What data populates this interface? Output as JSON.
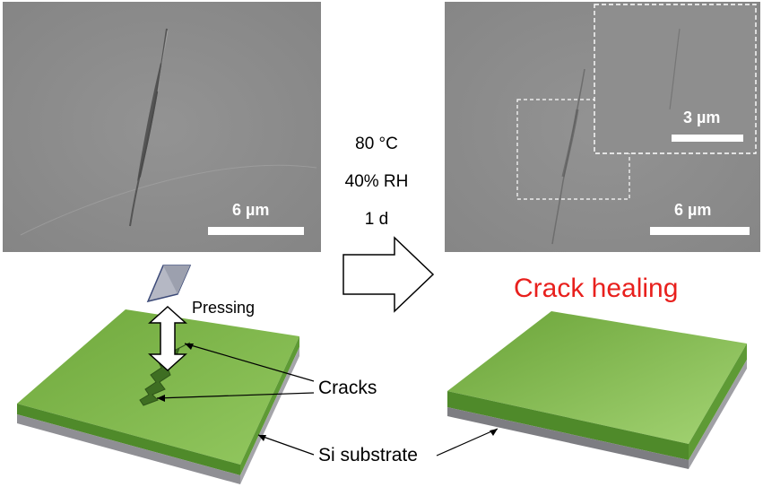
{
  "before_image": {
    "scale_label": "6 µm"
  },
  "after_image": {
    "scale_label": "6 µm",
    "inset_scale_label": "3 µm"
  },
  "conditions": {
    "temperature": "80 °C",
    "humidity": "40% RH",
    "duration": "1 d"
  },
  "labels": {
    "pressing": "Pressing",
    "cracks": "Cracks",
    "substrate": "Si substrate",
    "healing": "Crack healing"
  },
  "colors": {
    "film_green": "#7ab648",
    "film_green_dark": "#5a8f33",
    "substrate_gray": "#9a9a9e",
    "healing_red": "#e8201d",
    "sem_gray": "#8c8c8c"
  }
}
